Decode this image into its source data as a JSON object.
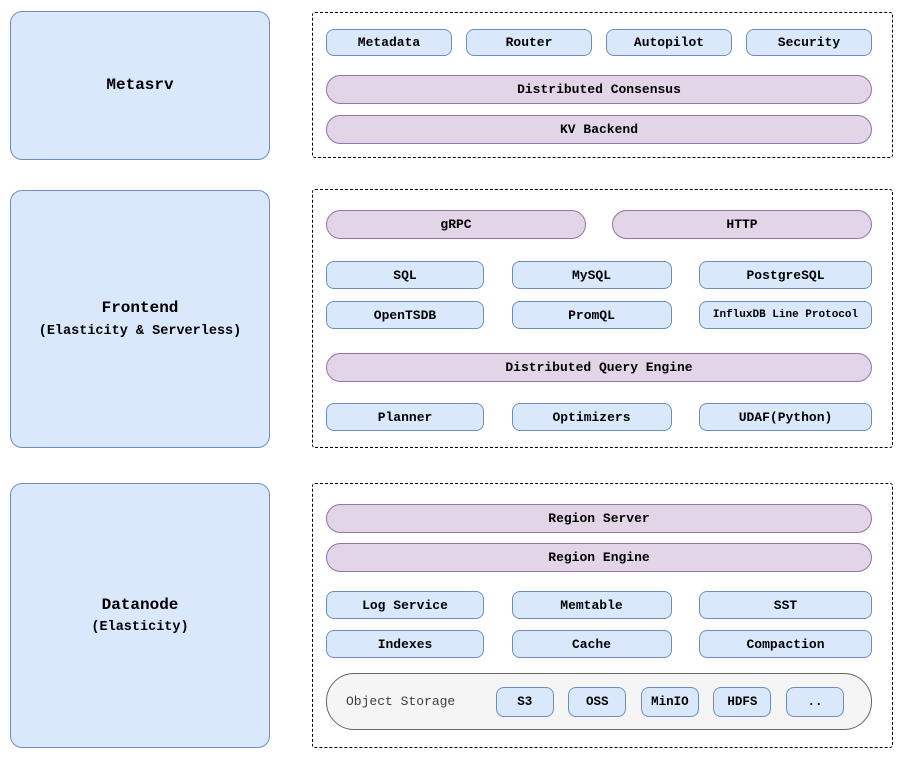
{
  "colors": {
    "box_fill": "#dae8fc",
    "box_border": "#6c8ebf",
    "pill_fill": "#e1d5e7",
    "pill_border": "#9673a6",
    "storage_fill": "#f5f5f5",
    "storage_border": "#666666"
  },
  "left_panels": [
    {
      "title": "Metasrv",
      "subtitle": ""
    },
    {
      "title": "Frontend",
      "subtitle": "(Elasticity & Serverless)"
    },
    {
      "title": "Datanode",
      "subtitle": "(Elasticity)"
    }
  ],
  "metasrv_group": {
    "modules": [
      "Metadata",
      "Router",
      "Autopilot",
      "Security"
    ],
    "pills": [
      "Distributed Consensus",
      "KV Backend"
    ]
  },
  "frontend_group": {
    "pills_top": [
      "gRPC",
      "HTTP"
    ],
    "protocol_rows": [
      [
        "SQL",
        "MySQL",
        "PostgreSQL"
      ],
      [
        "OpenTSDB",
        "PromQL",
        "InfluxDB Line Protocol"
      ]
    ],
    "engine_pill": "Distributed Query Engine",
    "engine_modules": [
      "Planner",
      "Optimizers",
      "UDAF(Python)"
    ]
  },
  "datanode_group": {
    "pills": [
      "Region Server",
      "Region Engine"
    ],
    "module_rows": [
      [
        "Log Service",
        "Memtable",
        "SST"
      ],
      [
        "Indexes",
        "Cache",
        "Compaction"
      ]
    ],
    "object_storage": {
      "label": "Object Storage",
      "backends": [
        "S3",
        "OSS",
        "MinIO",
        "HDFS",
        ".."
      ]
    }
  }
}
